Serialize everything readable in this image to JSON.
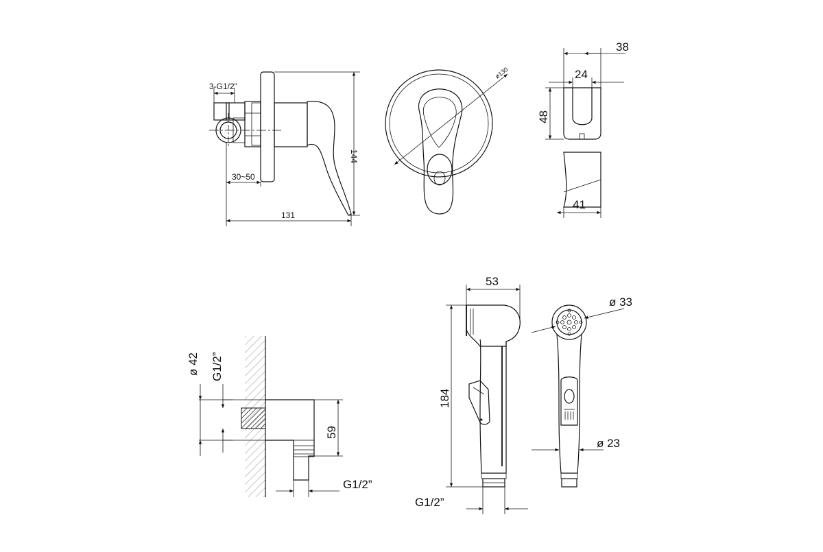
{
  "views": {
    "mixer_side": {
      "thread_label": "3-G1/2”",
      "depth_range": "30~50",
      "height": "144",
      "total_length": "131"
    },
    "mixer_front": {
      "diameter_label": "ø130"
    },
    "mixer_top": {
      "width_outer": "38",
      "width_inner": "24",
      "height": "48",
      "bottom_width": "41"
    },
    "elbow": {
      "diameter": "ø 42",
      "thread": "G1/2”",
      "height": "59",
      "outlet_thread": "G1/2”"
    },
    "handshower_side": {
      "width": "53",
      "length": "184",
      "thread": "G1/2”"
    },
    "handshower_front": {
      "head_diameter": "ø 33",
      "handle_diameter": "ø 23"
    }
  }
}
